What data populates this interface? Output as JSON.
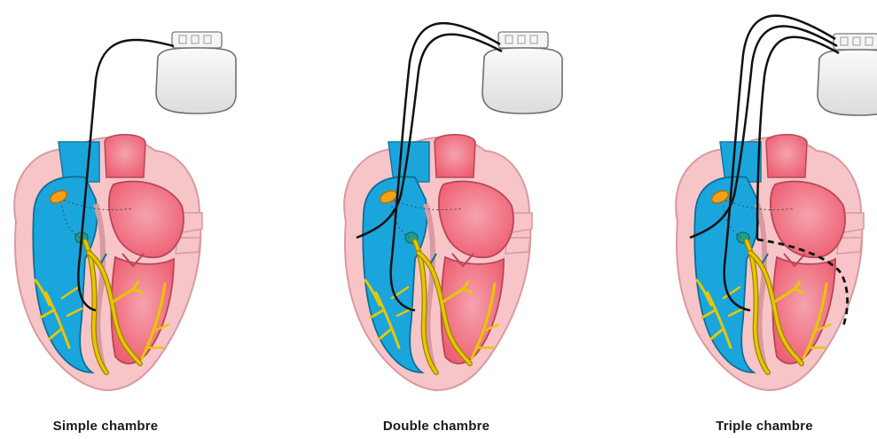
{
  "panels": [
    {
      "id": "single",
      "caption": "Simple chambre",
      "leads": 1
    },
    {
      "id": "double",
      "caption": "Double chambre",
      "leads": 2
    },
    {
      "id": "triple",
      "caption": "Triple chambre",
      "leads": 3
    }
  ],
  "colors": {
    "pericardium": "#f7c4c8",
    "pericardium_edge": "#d89aa0",
    "right_side": "#1aa6dc",
    "left_side": "#f06c7d",
    "left_inner": "#f48a99",
    "conduction": "#e8c600",
    "conduction_edge": "#9c8200",
    "sinus_node": "#f2a11a",
    "av_node": "#1f9e8a",
    "lead": "#111111",
    "device_body": "#f2f2f2",
    "device_edge": "#6f6f6f"
  },
  "icons": [
    "heart-illustration",
    "pacemaker-device",
    "pacing-lead"
  ]
}
